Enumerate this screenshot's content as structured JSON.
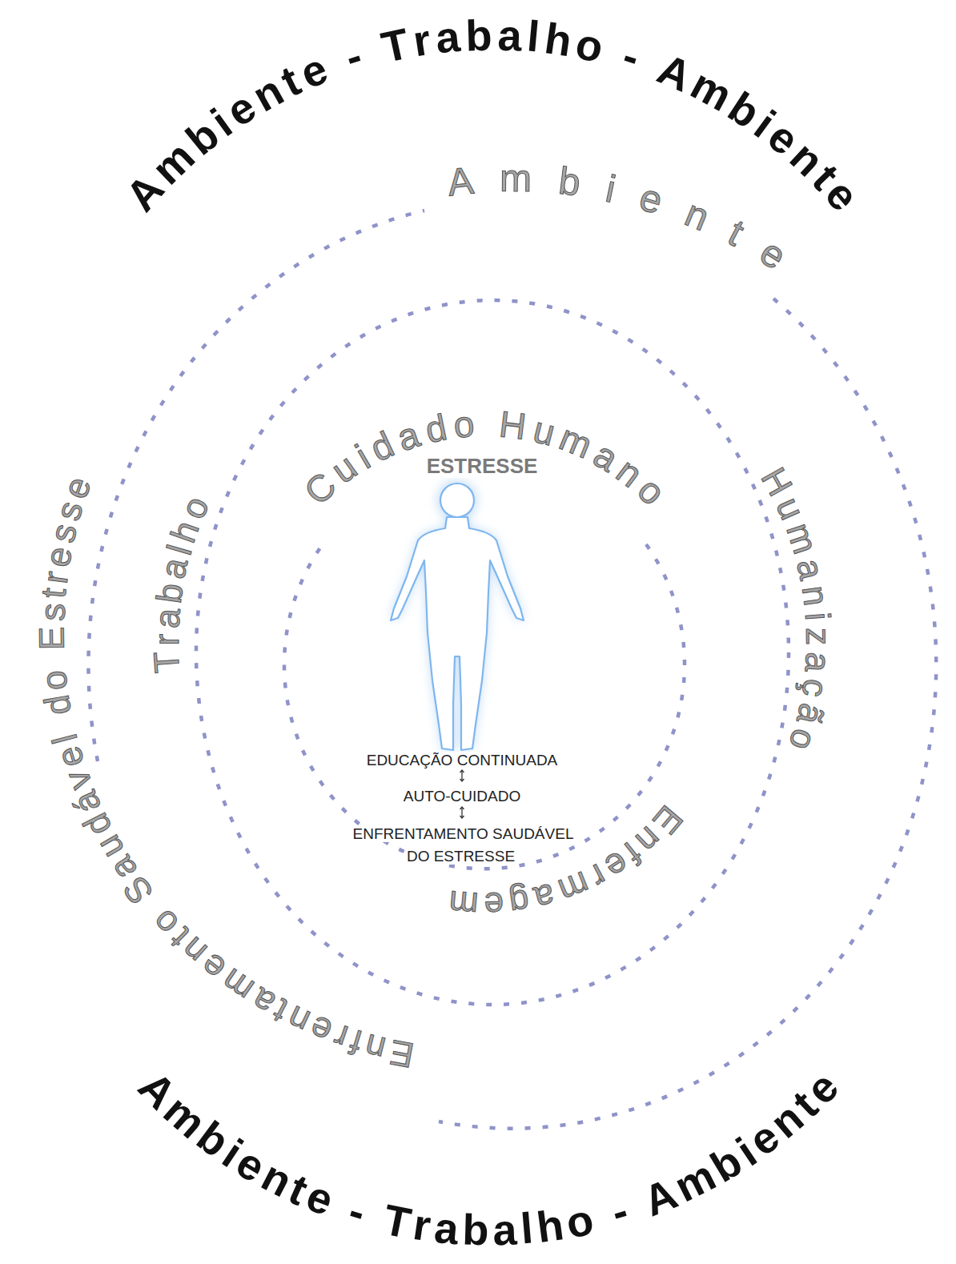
{
  "diagram": {
    "labels": [
      "Ambiente - Trabalho - Ambiente",
      "Ambiente",
      "Cuidado Humano",
      "ESTRESSE",
      "Trabalho",
      "Humanização",
      "EDUCAÇÃO CONTINUADA",
      "AUTO-CUIDADO",
      "ENFRENTAMENTO SAUDÁVEL DO ESTRESSE",
      "Enfermagem",
      "Enfrentamento Saudável do Estresse",
      "Ambiente - Trabalho - Ambiente"
    ]
  }
}
